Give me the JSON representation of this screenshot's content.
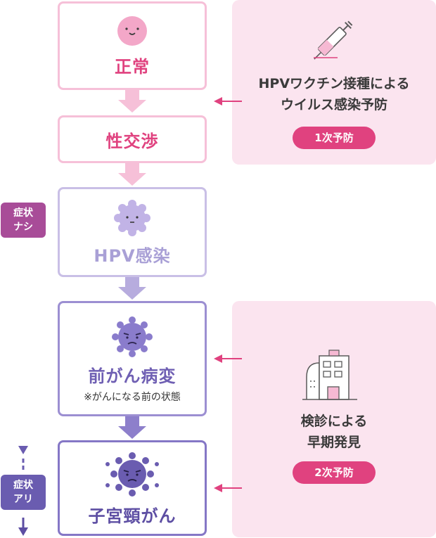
{
  "stages": [
    {
      "label": "正常",
      "color": "#e0427f",
      "border": "#f6c0d8",
      "icon": "smiling-cell-icon"
    },
    {
      "label": "性交渉",
      "color": "#e0427f",
      "border": "#f6c0d8"
    },
    {
      "label": "HPV感染",
      "color": "#a9a0d6",
      "border": "#c9bfe6",
      "icon": "hpv-virus-icon"
    },
    {
      "label": "前がん病変",
      "note": "※がんになる前の状態",
      "color": "#6f5fb3",
      "border": "#9c8fd2",
      "icon": "precancer-cell-icon"
    },
    {
      "label": "子宮頸がん",
      "color": "#5d4ea3",
      "border": "#8577c6",
      "icon": "cancer-cell-icon"
    }
  ],
  "primary": {
    "line1": "HPVワクチン接種による",
    "line2": "ウイルス感染予防",
    "badge": "1次予防",
    "icon": "syringe-icon"
  },
  "secondary": {
    "line1": "検診による",
    "line2": "早期発見",
    "badge": "2次予防",
    "icon": "hospital-icon"
  },
  "symptoms": {
    "none": {
      "line1": "症状",
      "line2": "ナシ"
    },
    "present": {
      "line1": "症状",
      "line2": "アリ"
    }
  },
  "colors": {
    "pink": "#e0427f",
    "purple": "#6f5fb3"
  }
}
